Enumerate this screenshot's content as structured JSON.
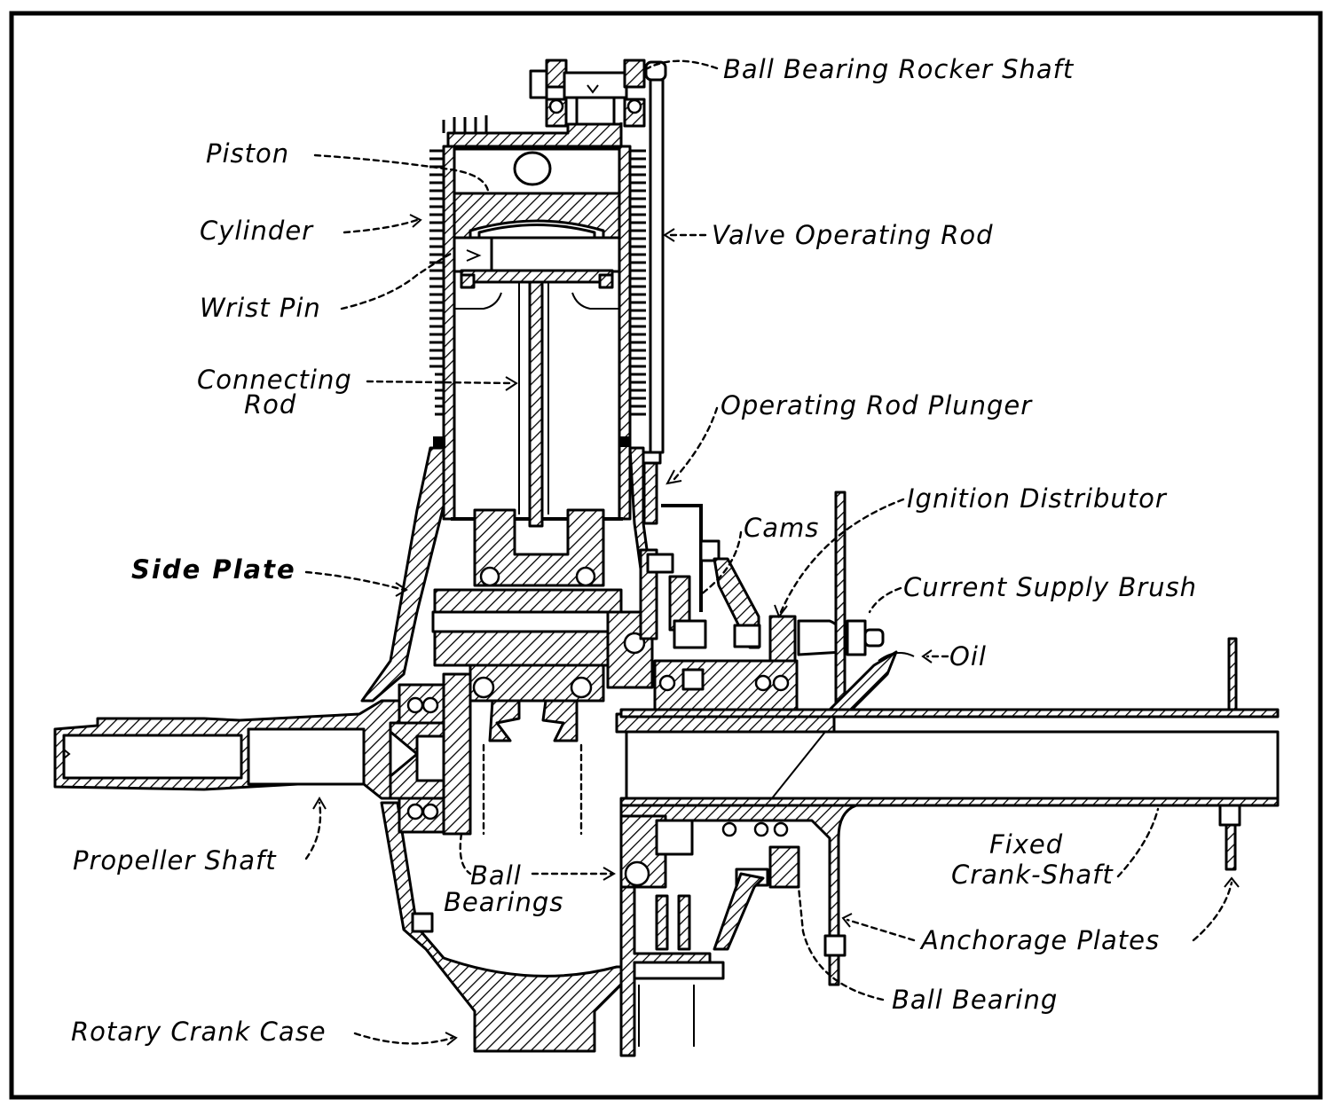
{
  "figure": {
    "subject": "Rotary engine cross-section",
    "labels": {
      "ball_bearing_rocker_shaft": "Ball Bearing Rocker Shaft",
      "piston": "Piston",
      "cylinder": "Cylinder",
      "valve_operating_rod": "Valve Operating Rod",
      "wrist_pin": "Wrist Pin",
      "connecting_rod_1": "Connecting",
      "connecting_rod_2": "Rod",
      "operating_rod_plunger": "Operating Rod Plunger",
      "ignition_distributor": "Ignition Distributor",
      "cams": "Cams",
      "side_plate": "Side Plate",
      "current_supply_brush": "Current Supply Brush",
      "oil": "Oil",
      "propeller_shaft": "Propeller Shaft",
      "fixed_crank_shaft_1": "Fixed",
      "fixed_crank_shaft_2": "Crank-Shaft",
      "ball_bearings_1": "Ball",
      "ball_bearings_2": "Bearings",
      "anchorage_plates": "Anchorage Plates",
      "ball_bearing": "Ball Bearing",
      "rotary_crank_case": "Rotary Crank Case"
    }
  }
}
